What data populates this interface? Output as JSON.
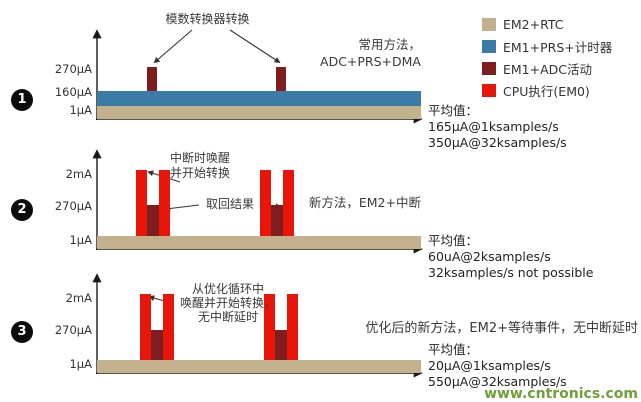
{
  "legend": {
    "items": [
      {
        "label": "EM2+RTC"
      },
      {
        "label": "EM1+PRS+计时器"
      },
      {
        "label": "EM1+ADC活动"
      },
      {
        "label": "CPU执行(EM0)"
      }
    ]
  },
  "colors": {
    "em2_rtc": "#c3b18e",
    "em1_prs": "#3a7ba8",
    "em1_adc": "#7e1e1e",
    "cpu_em0": "#e8150b",
    "watermark_green": "#70a03c",
    "axis_black": "#1a1a1a"
  },
  "panels": [
    {
      "number": "1",
      "y_labels": [
        "270µA",
        "160µA",
        "1µA"
      ],
      "annotation_lines": [
        "模数转换器转换"
      ],
      "method_lines": [
        "常用方法，",
        "ADC+PRS+DMA"
      ],
      "average_title": "平均值：",
      "average_lines": [
        "165µA@1ksamples/s",
        "350µA@32ksamples/s"
      ]
    },
    {
      "number": "2",
      "y_labels": [
        "2mA",
        "270µA",
        "1µA"
      ],
      "annotation_lines": [
        "中断时唤醒",
        "并开始转换"
      ],
      "callout": "取回结果",
      "method": "新方法，EM2+中断",
      "average_title": "平均值：",
      "average_lines": [
        "60uA@2ksamples/s",
        "32ksamples/s not possible"
      ]
    },
    {
      "number": "3",
      "y_labels": [
        "2mA",
        "270µA",
        "1µA"
      ],
      "annotation_lines": [
        "从优化循环中",
        "唤醒并开始转换，",
        "无中断延时"
      ],
      "method": "优化后的新方法，EM2+等待事件，无中断延时",
      "average_title": "平均值：",
      "average_lines": [
        "20µA@1ksamples/s",
        "550µA@32ksamples/s"
      ]
    }
  ],
  "watermark": "www.cntronics.com"
}
